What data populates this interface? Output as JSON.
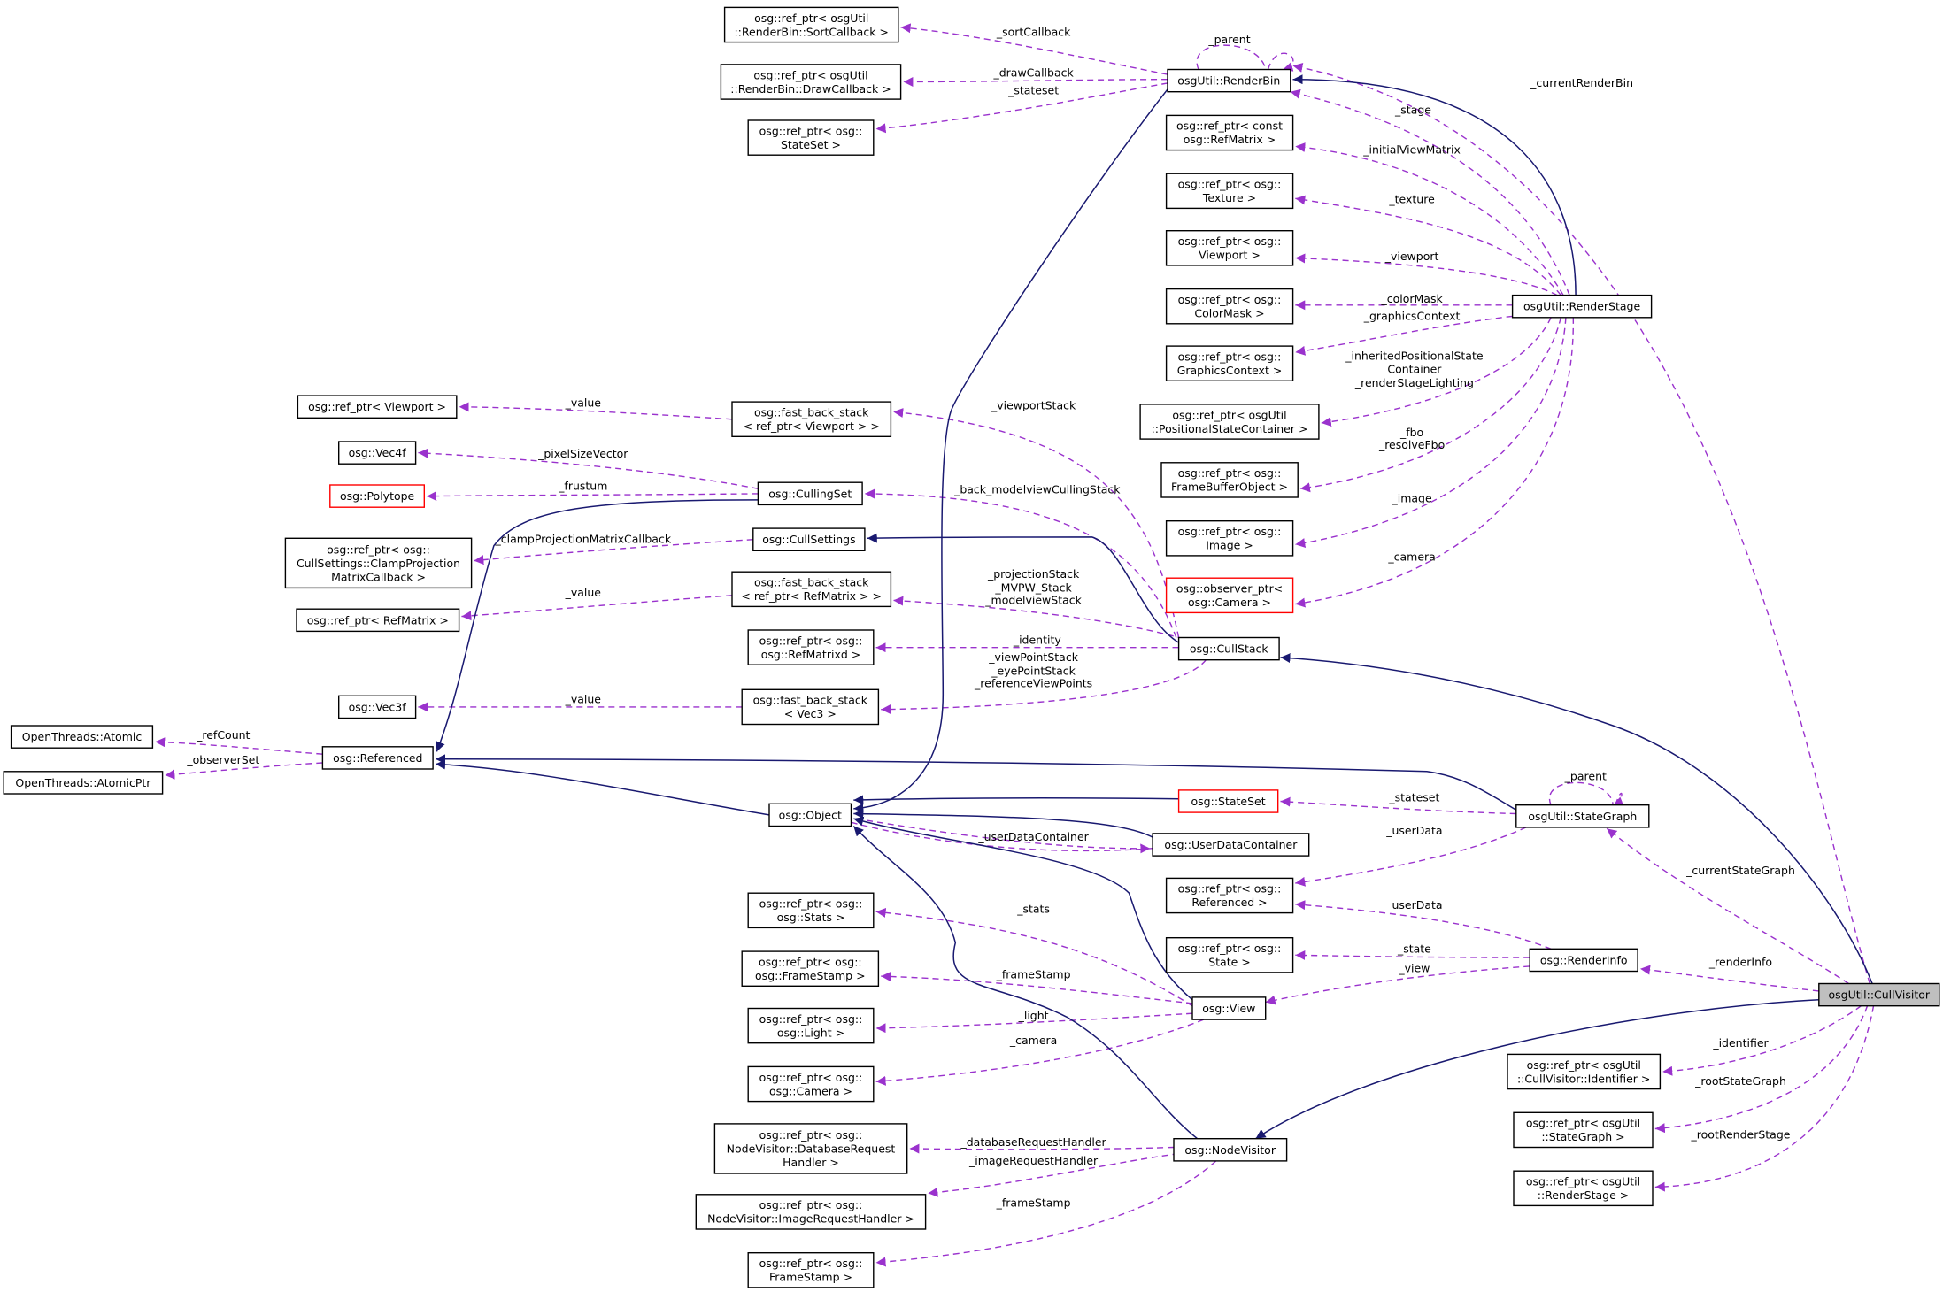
{
  "colors": {
    "inheritance": "#191970",
    "association": "#9a32cd",
    "highlight_fill": "#bfbfbf",
    "missing_border": "#ff0000"
  },
  "nodes": [
    {
      "id": "sortcb",
      "lines": [
        "osg::ref_ptr< osgUtil",
        "::RenderBin::SortCallback >"
      ]
    },
    {
      "id": "drawcb",
      "lines": [
        "osg::ref_ptr< osgUtil",
        "::RenderBin::DrawCallback >"
      ]
    },
    {
      "id": "stateset_ref",
      "lines": [
        "osg::ref_ptr< osg::",
        "StateSet >"
      ]
    },
    {
      "id": "renderbin",
      "lines": [
        "osgUtil::RenderBin"
      ]
    },
    {
      "id": "refmatrix_c",
      "lines": [
        "osg::ref_ptr< const",
        "osg::RefMatrix >"
      ]
    },
    {
      "id": "texture",
      "lines": [
        "osg::ref_ptr< osg::",
        "Texture >"
      ]
    },
    {
      "id": "viewport_ref",
      "lines": [
        "osg::ref_ptr< osg::",
        "Viewport >"
      ]
    },
    {
      "id": "colormask",
      "lines": [
        "osg::ref_ptr< osg::",
        "ColorMask >"
      ]
    },
    {
      "id": "gc",
      "lines": [
        "osg::ref_ptr< osg::",
        "GraphicsContext >"
      ]
    },
    {
      "id": "psc",
      "lines": [
        "osg::ref_ptr< osgUtil",
        "::PositionalStateContainer >"
      ]
    },
    {
      "id": "fbo",
      "lines": [
        "osg::ref_ptr< osg::",
        "FrameBufferObject >"
      ]
    },
    {
      "id": "image",
      "lines": [
        "osg::ref_ptr< osg::",
        "Image >"
      ]
    },
    {
      "id": "obscam",
      "lines": [
        "osg::observer_ptr<",
        "osg::Camera >"
      ]
    },
    {
      "id": "renderstage",
      "lines": [
        "osgUtil::RenderStage"
      ]
    },
    {
      "id": "vp2",
      "lines": [
        "osg::ref_ptr< Viewport >"
      ]
    },
    {
      "id": "fbs_vp",
      "lines": [
        "osg::fast_back_stack",
        "< ref_ptr< Viewport > >"
      ]
    },
    {
      "id": "vec4f",
      "lines": [
        "osg::Vec4f"
      ]
    },
    {
      "id": "polytope",
      "lines": [
        "osg::Polytope"
      ]
    },
    {
      "id": "cullingset",
      "lines": [
        "osg::CullingSet"
      ]
    },
    {
      "id": "clampcb",
      "lines": [
        "osg::ref_ptr< osg::",
        "CullSettings::ClampProjection",
        "MatrixCallback >"
      ]
    },
    {
      "id": "cullsettings",
      "lines": [
        "osg::CullSettings"
      ]
    },
    {
      "id": "refmatrix",
      "lines": [
        "osg::ref_ptr< RefMatrix >"
      ]
    },
    {
      "id": "fbs_rm",
      "lines": [
        "osg::fast_back_stack",
        "< ref_ptr< RefMatrix > >"
      ]
    },
    {
      "id": "refmatrixd",
      "lines": [
        "osg::ref_ptr< osg::",
        "osg::RefMatrixd >"
      ]
    },
    {
      "id": "cullstack",
      "lines": [
        "osg::CullStack"
      ]
    },
    {
      "id": "vec3f",
      "lines": [
        "osg::Vec3f"
      ]
    },
    {
      "id": "fbs_v3",
      "lines": [
        "osg::fast_back_stack",
        "< Vec3 >"
      ]
    },
    {
      "id": "atomic",
      "lines": [
        "OpenThreads::Atomic"
      ]
    },
    {
      "id": "atomicptr",
      "lines": [
        "OpenThreads::AtomicPtr"
      ]
    },
    {
      "id": "referenced",
      "lines": [
        "osg::Referenced"
      ]
    },
    {
      "id": "object",
      "lines": [
        "osg::Object"
      ]
    },
    {
      "id": "stateset",
      "lines": [
        "osg::StateSet"
      ]
    },
    {
      "id": "udc",
      "lines": [
        "osg::UserDataContainer"
      ]
    },
    {
      "id": "stategraph",
      "lines": [
        "osgUtil::StateGraph"
      ]
    },
    {
      "id": "referenced_ref",
      "lines": [
        "osg::ref_ptr< osg::",
        "Referenced >"
      ]
    },
    {
      "id": "state",
      "lines": [
        "osg::ref_ptr< osg::",
        "State >"
      ]
    },
    {
      "id": "renderinfo",
      "lines": [
        "osg::RenderInfo"
      ]
    },
    {
      "id": "stats",
      "lines": [
        "osg::ref_ptr< osg::",
        "osg::Stats >"
      ]
    },
    {
      "id": "framestamp1",
      "lines": [
        "osg::ref_ptr< osg::",
        "osg::FrameStamp >"
      ]
    },
    {
      "id": "light",
      "lines": [
        "osg::ref_ptr< osg::",
        "osg::Light >"
      ]
    },
    {
      "id": "camera",
      "lines": [
        "osg::ref_ptr< osg::",
        "osg::Camera >"
      ]
    },
    {
      "id": "view",
      "lines": [
        "osg::View"
      ]
    },
    {
      "id": "cullvisitor",
      "lines": [
        "osgUtil::CullVisitor"
      ]
    },
    {
      "id": "identifier",
      "lines": [
        "osg::ref_ptr< osgUtil",
        "::CullVisitor::Identifier >"
      ]
    },
    {
      "id": "rootsg",
      "lines": [
        "osg::ref_ptr< osgUtil",
        "::StateGraph >"
      ]
    },
    {
      "id": "rootrs",
      "lines": [
        "osg::ref_ptr< osgUtil",
        "::RenderStage >"
      ]
    },
    {
      "id": "dbrh",
      "lines": [
        "osg::ref_ptr< osg::",
        "NodeVisitor::DatabaseRequest",
        "Handler >"
      ]
    },
    {
      "id": "irh",
      "lines": [
        "osg::ref_ptr< osg::",
        "NodeVisitor::ImageRequestHandler >"
      ]
    },
    {
      "id": "framestamp2",
      "lines": [
        "osg::ref_ptr< osg::",
        "FrameStamp >"
      ]
    },
    {
      "id": "nodevisitor",
      "lines": [
        "osg::NodeVisitor"
      ]
    }
  ],
  "edges": [
    {
      "id": "e-sortcb",
      "labels": [
        "_sortCallback"
      ]
    },
    {
      "id": "e-drawcb",
      "labels": [
        "_drawCallback"
      ]
    },
    {
      "id": "e-stateset-rb",
      "labels": [
        "_stateset"
      ]
    },
    {
      "id": "e-parent-rb",
      "labels": [
        "_parent"
      ]
    },
    {
      "id": "e-currentrb",
      "labels": [
        "_currentRenderBin"
      ]
    },
    {
      "id": "e-stage",
      "labels": [
        "_stage"
      ]
    },
    {
      "id": "e-ivm",
      "labels": [
        "_initialViewMatrix"
      ]
    },
    {
      "id": "e-texture",
      "labels": [
        "_texture"
      ]
    },
    {
      "id": "e-viewport",
      "labels": [
        "_viewport"
      ]
    },
    {
      "id": "e-colormask",
      "labels": [
        "_colorMask"
      ]
    },
    {
      "id": "e-gc",
      "labels": [
        "_graphicsContext"
      ]
    },
    {
      "id": "e-psc",
      "labels": [
        "_inheritedPositionalState",
        "Container",
        "_renderStageLighting"
      ]
    },
    {
      "id": "e-fbo",
      "labels": [
        "_fbo",
        "_resolveFbo"
      ]
    },
    {
      "id": "e-image",
      "labels": [
        "_image"
      ]
    },
    {
      "id": "e-camera-rs",
      "labels": [
        "_camera"
      ]
    },
    {
      "id": "e-value-vp",
      "labels": [
        "_value"
      ]
    },
    {
      "id": "e-vpstack",
      "labels": [
        "_viewportStack"
      ]
    },
    {
      "id": "e-pixelsize",
      "labels": [
        "_pixelSizeVector"
      ]
    },
    {
      "id": "e-frustum",
      "labels": [
        "_frustum"
      ]
    },
    {
      "id": "e-bmcs",
      "labels": [
        "_back_modelviewCullingStack"
      ]
    },
    {
      "id": "e-clampcb",
      "labels": [
        "_clampProjectionMatrixCallback"
      ]
    },
    {
      "id": "e-value-rm",
      "labels": [
        "_value"
      ]
    },
    {
      "id": "e-projstack",
      "labels": [
        "_projectionStack",
        "_MVPW_Stack",
        "_modelviewStack"
      ]
    },
    {
      "id": "e-identity",
      "labels": [
        "_identity"
      ]
    },
    {
      "id": "e-value-v3",
      "labels": [
        "_value"
      ]
    },
    {
      "id": "e-vpstack2",
      "labels": [
        "_viewPointStack",
        "_eyePointStack",
        "_referenceViewPoints"
      ]
    },
    {
      "id": "e-refcount",
      "labels": [
        "_refCount"
      ]
    },
    {
      "id": "e-observerset",
      "labels": [
        "_observerSet"
      ]
    },
    {
      "id": "e-stateset-sg",
      "labels": [
        "_stateset"
      ]
    },
    {
      "id": "e-parent-sg",
      "labels": [
        "_parent"
      ]
    },
    {
      "id": "e-udc",
      "labels": [
        "_userDataContainer"
      ]
    },
    {
      "id": "e-userdata-sg",
      "labels": [
        "_userData"
      ]
    },
    {
      "id": "e-userdata-ri",
      "labels": [
        "_userData"
      ]
    },
    {
      "id": "e-state",
      "labels": [
        "_state"
      ]
    },
    {
      "id": "e-view",
      "labels": [
        "_view"
      ]
    },
    {
      "id": "e-currentsg",
      "labels": [
        "_currentStateGraph"
      ]
    },
    {
      "id": "e-renderinfo",
      "labels": [
        "_renderInfo"
      ]
    },
    {
      "id": "e-stats",
      "labels": [
        "_stats"
      ]
    },
    {
      "id": "e-framestamp1",
      "labels": [
        "_frameStamp"
      ]
    },
    {
      "id": "e-light",
      "labels": [
        "_light"
      ]
    },
    {
      "id": "e-camera-view",
      "labels": [
        "_camera"
      ]
    },
    {
      "id": "e-identifier",
      "labels": [
        "_identifier"
      ]
    },
    {
      "id": "e-rootsg",
      "labels": [
        "_rootStateGraph"
      ]
    },
    {
      "id": "e-rootrs",
      "labels": [
        "_rootRenderStage"
      ]
    },
    {
      "id": "e-dbrh",
      "labels": [
        "_databaseRequestHandler"
      ]
    },
    {
      "id": "e-irh",
      "labels": [
        "_imageRequestHandler"
      ]
    },
    {
      "id": "e-framestamp2",
      "labels": [
        "_frameStamp"
      ]
    }
  ]
}
